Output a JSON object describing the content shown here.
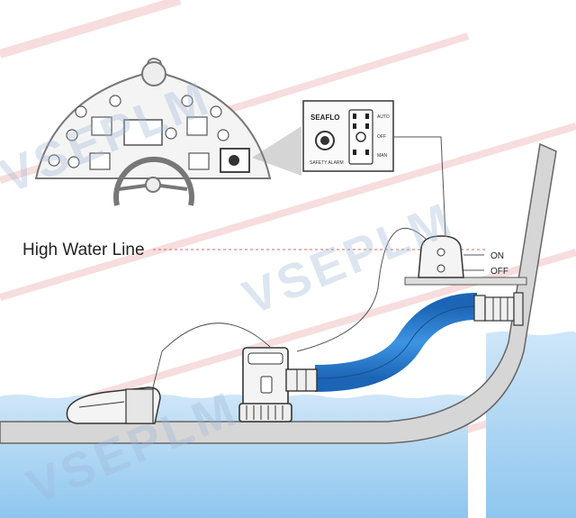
{
  "labels": {
    "high_water_line": "High Water Line",
    "float_on": "ON",
    "float_off": "OFF"
  },
  "panel": {
    "brand": "SEAFLO",
    "alarm": "SAFETY ALARM",
    "auto": "AUTO",
    "off": "OFF",
    "man": "MAN"
  },
  "watermark": {
    "text": "VSEPLM"
  },
  "colors": {
    "water": "#a9d3f2",
    "water_deep": "#4aa3e0",
    "hose": "#2a7fd4",
    "line": "#555555",
    "dash": "#e06060"
  }
}
